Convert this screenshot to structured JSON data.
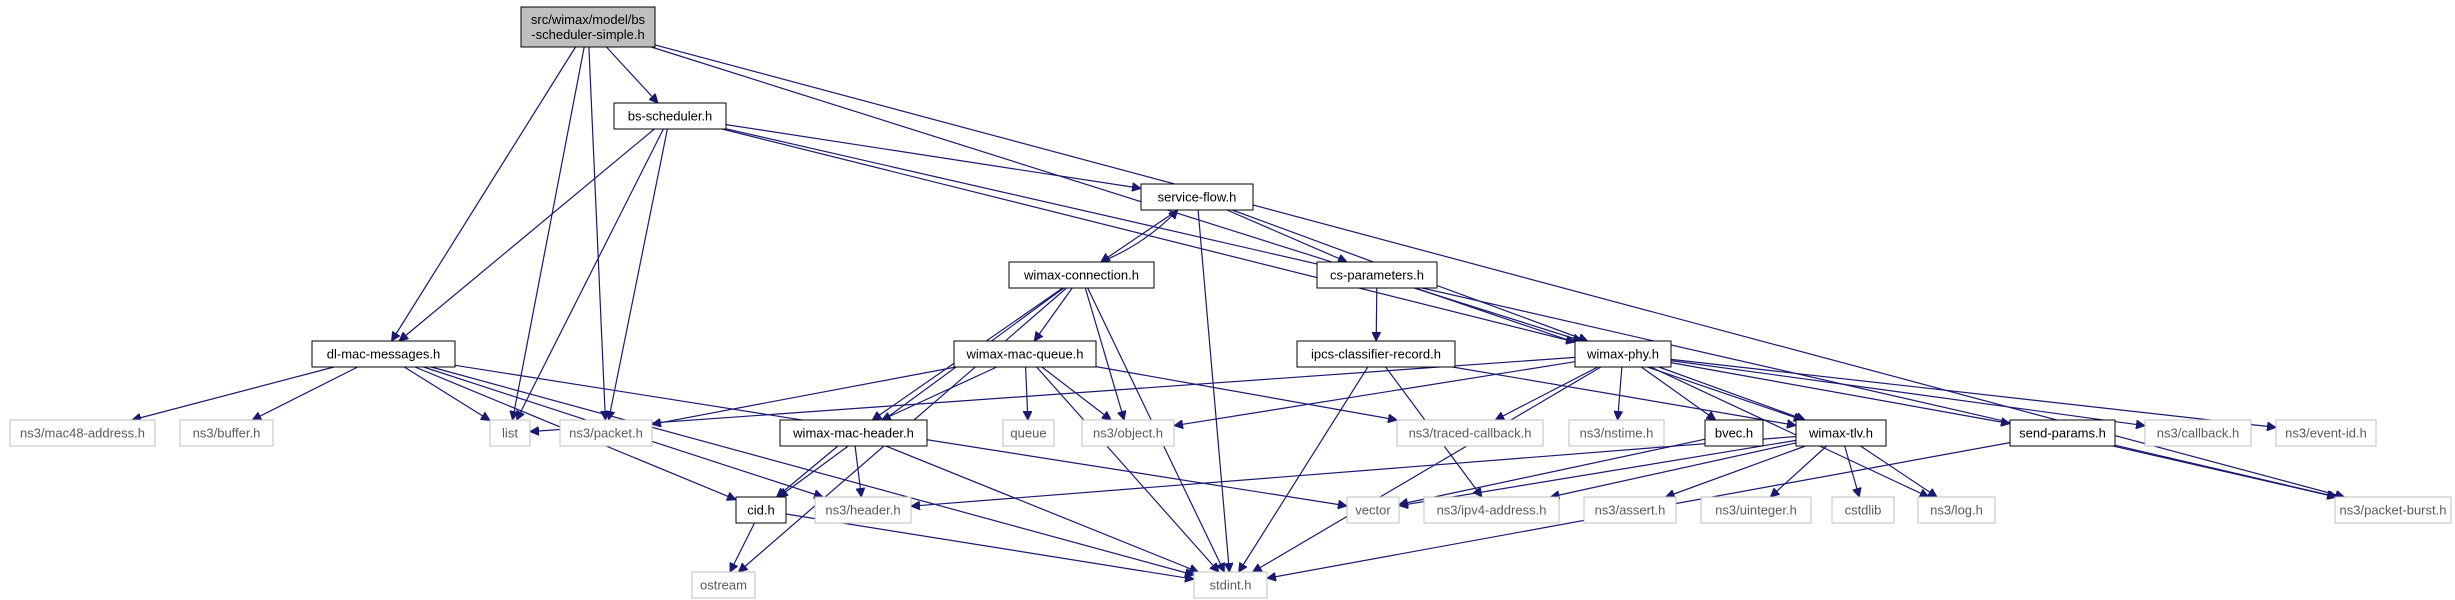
{
  "graph": {
    "title": "",
    "nodes": [
      {
        "id": "root",
        "label": "src/wimax/model/bs\n-scheduler-simple.h",
        "kind": "root"
      },
      {
        "id": "bsscheduler",
        "label": "bs-scheduler.h",
        "kind": "normal"
      },
      {
        "id": "serviceflow",
        "label": "service-flow.h",
        "kind": "normal"
      },
      {
        "id": "wimaxconn",
        "label": "wimax-connection.h",
        "kind": "normal"
      },
      {
        "id": "csparams",
        "label": "cs-parameters.h",
        "kind": "normal"
      },
      {
        "id": "dlmac",
        "label": "dl-mac-messages.h",
        "kind": "normal"
      },
      {
        "id": "macqueue",
        "label": "wimax-mac-queue.h",
        "kind": "normal"
      },
      {
        "id": "ipcs",
        "label": "ipcs-classifier-record.h",
        "kind": "normal"
      },
      {
        "id": "wimaxphy",
        "label": "wimax-phy.h",
        "kind": "normal"
      },
      {
        "id": "macheader",
        "label": "wimax-mac-header.h",
        "kind": "normal"
      },
      {
        "id": "bvec",
        "label": "bvec.h",
        "kind": "normal"
      },
      {
        "id": "tlv",
        "label": "wimax-tlv.h",
        "kind": "normal"
      },
      {
        "id": "sendparams",
        "label": "send-params.h",
        "kind": "normal"
      },
      {
        "id": "cid",
        "label": "cid.h",
        "kind": "normal"
      },
      {
        "id": "mac48",
        "label": "ns3/mac48-address.h",
        "kind": "external"
      },
      {
        "id": "buffer",
        "label": "ns3/buffer.h",
        "kind": "external"
      },
      {
        "id": "list",
        "label": "list",
        "kind": "external"
      },
      {
        "id": "packet",
        "label": "ns3/packet.h",
        "kind": "external"
      },
      {
        "id": "queue",
        "label": "queue",
        "kind": "external"
      },
      {
        "id": "object",
        "label": "ns3/object.h",
        "kind": "external"
      },
      {
        "id": "traced",
        "label": "ns3/traced-callback.h",
        "kind": "external"
      },
      {
        "id": "nstime",
        "label": "ns3/nstime.h",
        "kind": "external"
      },
      {
        "id": "callback",
        "label": "ns3/callback.h",
        "kind": "external"
      },
      {
        "id": "eventid",
        "label": "ns3/event-id.h",
        "kind": "external"
      },
      {
        "id": "header",
        "label": "ns3/header.h",
        "kind": "external"
      },
      {
        "id": "vector",
        "label": "vector",
        "kind": "external"
      },
      {
        "id": "ipv4",
        "label": "ns3/ipv4-address.h",
        "kind": "external"
      },
      {
        "id": "assert",
        "label": "ns3/assert.h",
        "kind": "external"
      },
      {
        "id": "uinteger",
        "label": "ns3/uinteger.h",
        "kind": "external"
      },
      {
        "id": "cstdlib",
        "label": "cstdlib",
        "kind": "external"
      },
      {
        "id": "log",
        "label": "ns3/log.h",
        "kind": "external"
      },
      {
        "id": "packetburst",
        "label": "ns3/packet-burst.h",
        "kind": "external"
      },
      {
        "id": "ostream",
        "label": "ostream",
        "kind": "external"
      },
      {
        "id": "stdint",
        "label": "stdint.h",
        "kind": "external"
      }
    ],
    "edges": [
      [
        "root",
        "bsscheduler"
      ],
      [
        "root",
        "dlmac"
      ],
      [
        "root",
        "list"
      ],
      [
        "root",
        "packet"
      ],
      [
        "root",
        "wimaxphy"
      ],
      [
        "root",
        "packetburst"
      ],
      [
        "bsscheduler",
        "serviceflow"
      ],
      [
        "bsscheduler",
        "dlmac"
      ],
      [
        "bsscheduler",
        "list"
      ],
      [
        "bsscheduler",
        "packet"
      ],
      [
        "bsscheduler",
        "wimaxphy"
      ],
      [
        "bsscheduler",
        "packetburst"
      ],
      [
        "serviceflow",
        "wimaxconn"
      ],
      [
        "serviceflow",
        "csparams"
      ],
      [
        "serviceflow",
        "wimaxphy"
      ],
      [
        "serviceflow",
        "stdint"
      ],
      [
        "wimaxconn",
        "serviceflow"
      ],
      [
        "wimaxconn",
        "macqueue"
      ],
      [
        "wimaxconn",
        "macheader"
      ],
      [
        "wimaxconn",
        "object"
      ],
      [
        "wimaxconn",
        "cid"
      ],
      [
        "wimaxconn",
        "ostream"
      ],
      [
        "wimaxconn",
        "stdint"
      ],
      [
        "csparams",
        "ipcs"
      ],
      [
        "csparams",
        "tlv"
      ],
      [
        "ipcs",
        "tlv"
      ],
      [
        "ipcs",
        "ipv4"
      ],
      [
        "ipcs",
        "stdint"
      ],
      [
        "dlmac",
        "mac48"
      ],
      [
        "dlmac",
        "buffer"
      ],
      [
        "dlmac",
        "list"
      ],
      [
        "dlmac",
        "cid"
      ],
      [
        "dlmac",
        "header"
      ],
      [
        "dlmac",
        "vector"
      ],
      [
        "dlmac",
        "stdint"
      ],
      [
        "macqueue",
        "packet"
      ],
      [
        "macqueue",
        "macheader"
      ],
      [
        "macqueue",
        "queue"
      ],
      [
        "macqueue",
        "object"
      ],
      [
        "macqueue",
        "traced"
      ],
      [
        "macqueue",
        "stdint"
      ],
      [
        "wimaxphy",
        "list"
      ],
      [
        "wimaxphy",
        "object"
      ],
      [
        "wimaxphy",
        "traced"
      ],
      [
        "wimaxphy",
        "nstime"
      ],
      [
        "wimaxphy",
        "bvec"
      ],
      [
        "wimaxphy",
        "tlv"
      ],
      [
        "wimaxphy",
        "sendparams"
      ],
      [
        "wimaxphy",
        "callback"
      ],
      [
        "wimaxphy",
        "eventid"
      ],
      [
        "wimaxphy",
        "log"
      ],
      [
        "wimaxphy",
        "stdint"
      ],
      [
        "macheader",
        "cid"
      ],
      [
        "macheader",
        "header"
      ],
      [
        "macheader",
        "stdint"
      ],
      [
        "bvec",
        "vector"
      ],
      [
        "tlv",
        "header"
      ],
      [
        "tlv",
        "vector"
      ],
      [
        "tlv",
        "ipv4"
      ],
      [
        "tlv",
        "assert"
      ],
      [
        "tlv",
        "uinteger"
      ],
      [
        "tlv",
        "cstdlib"
      ],
      [
        "tlv",
        "log"
      ],
      [
        "sendparams",
        "packetburst"
      ],
      [
        "sendparams",
        "stdint"
      ],
      [
        "cid",
        "ostream"
      ],
      [
        "cid",
        "stdint"
      ]
    ]
  }
}
